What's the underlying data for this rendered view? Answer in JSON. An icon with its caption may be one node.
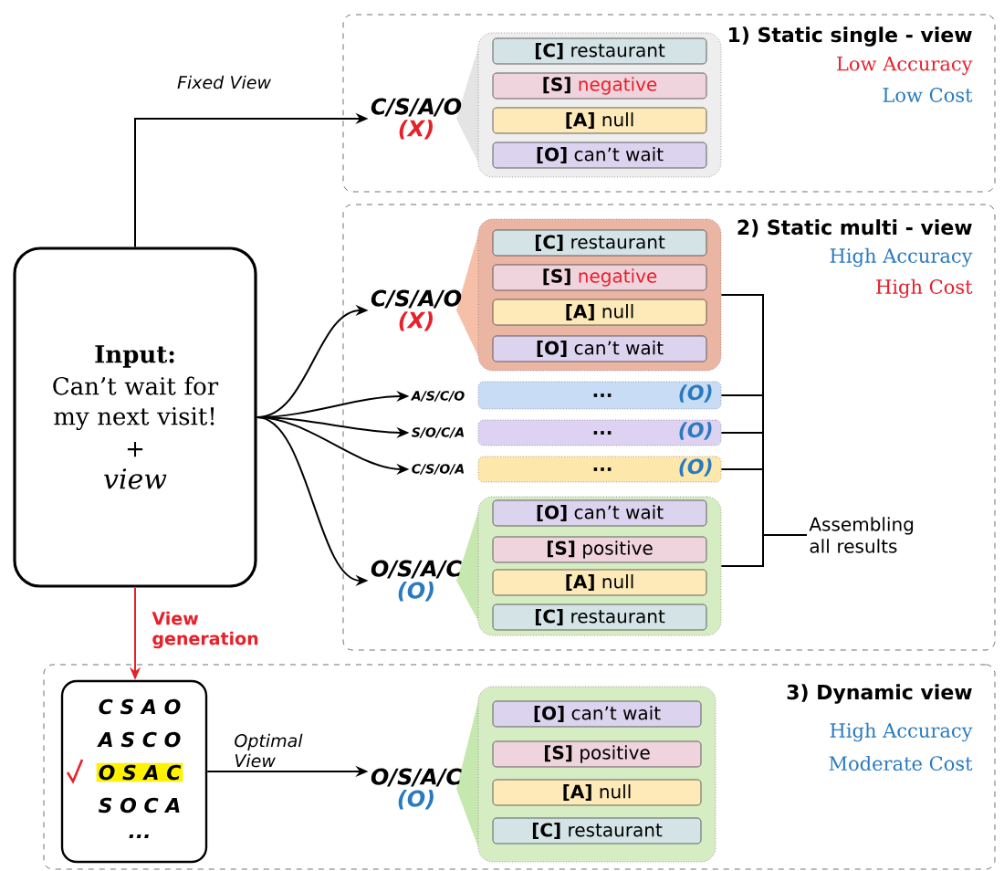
{
  "diagram": {
    "nodes": [
      {
        "text": [
          "Input:",
          "Can’t wait for my next visit!",
          "+",
          "view"
        ]
      },
      {
        "text": [
          "1) Static single - view",
          "Low Accuracy",
          "Low Cost"
        ]
      },
      {
        "text": [
          "C/S/A/O",
          "(X)"
        ],
        "in": 1
      },
      {
        "text": [],
        "shape": "box",
        "in": 1
      },
      {
        "text": [
          "[C]",
          "restaurant"
        ],
        "in": 3
      },
      {
        "text": [
          "[S]",
          "negative"
        ],
        "in": 3
      },
      {
        "text": [
          "[A]",
          "null"
        ],
        "in": 3
      },
      {
        "text": [
          "[O]",
          "can’t wait"
        ],
        "in": 3
      },
      {
        "text": [
          "2) Static multi - view",
          "High Accuracy",
          "High Cost"
        ]
      },
      {
        "text": [
          "C/S/A/O",
          "(X)"
        ],
        "in": 8
      },
      {
        "text": [],
        "shape": "box",
        "in": 8
      },
      {
        "text": [
          "[C]",
          "restaurant"
        ],
        "in": 10
      },
      {
        "text": [
          "[S]",
          "negative"
        ],
        "in": 10
      },
      {
        "text": [
          "[A]",
          "null"
        ],
        "in": 10
      },
      {
        "text": [
          "[O]",
          "can’t wait"
        ],
        "in": 10
      },
      {
        "text": [
          "A/S/C/O"
        ],
        "in": 8
      },
      {
        "text": [
          "...",
          "(O)"
        ],
        "in": 8
      },
      {
        "text": [
          "S/O/C/A"
        ],
        "in": 8
      },
      {
        "text": [
          "...",
          "(O)"
        ],
        "in": 8
      },
      {
        "text": [
          "C/S/O/A"
        ],
        "in": 8
      },
      {
        "text": [
          "...",
          "(O)"
        ],
        "in": 8
      },
      {
        "text": [
          "O/S/A/C",
          "(O)"
        ],
        "in": 8
      },
      {
        "text": [],
        "shape": "box",
        "in": 8
      },
      {
        "text": [
          "[O]",
          "can’t wait"
        ],
        "in": 22
      },
      {
        "text": [
          "[S]",
          "positive"
        ],
        "in": 22
      },
      {
        "text": [
          "[A]",
          "null"
        ],
        "in": 22
      },
      {
        "text": [
          "[C]",
          "restaurant"
        ],
        "in": 22
      },
      {
        "text": [
          "Assembling all results"
        ],
        "in": 8
      },
      {
        "text": [
          "3) Dynamic view",
          "High Accuracy",
          "Moderate Cost"
        ]
      },
      {
        "text": [
          "C S A O",
          "A S C O",
          "O S A C",
          "S O C A",
          "..."
        ],
        "in": 28
      },
      {
        "text": [
          "O/S/A/C",
          "(O)"
        ],
        "in": 28
      },
      {
        "text": [],
        "shape": "box",
        "in": 28
      },
      {
        "text": [
          "[O]",
          "can’t wait"
        ],
        "in": 31
      },
      {
        "text": [
          "[S]",
          "positive"
        ],
        "in": 31
      },
      {
        "text": [
          "[A]",
          "null"
        ],
        "in": 31
      },
      {
        "text": [
          "[C]",
          "restaurant"
        ],
        "in": 31
      }
    ],
    "edges": [
      {
        "from": 0,
        "to": 2,
        "arrow": "to",
        "label": "Fixed View"
      },
      {
        "from": 0,
        "to": 9,
        "arrow": "to"
      },
      {
        "from": 0,
        "to": 15,
        "arrow": "to"
      },
      {
        "from": 0,
        "to": 17,
        "arrow": "to"
      },
      {
        "from": 0,
        "to": 19,
        "arrow": "to"
      },
      {
        "from": 0,
        "to": 21,
        "arrow": "to"
      },
      {
        "from": 0,
        "to": 29,
        "arrow": "to",
        "label": "View generation",
        "color": "#e8202a"
      },
      {
        "from": 29,
        "to": 30,
        "arrow": "to",
        "label": "Optimal View"
      },
      {
        "from": 10,
        "to": 27,
        "arrow": "none"
      },
      {
        "from": 16,
        "to": 27,
        "arrow": "none"
      },
      {
        "from": 18,
        "to": 27,
        "arrow": "none"
      },
      {
        "from": 20,
        "to": 27,
        "arrow": "none"
      },
      {
        "from": 22,
        "to": 27,
        "arrow": "none"
      }
    ]
  }
}
